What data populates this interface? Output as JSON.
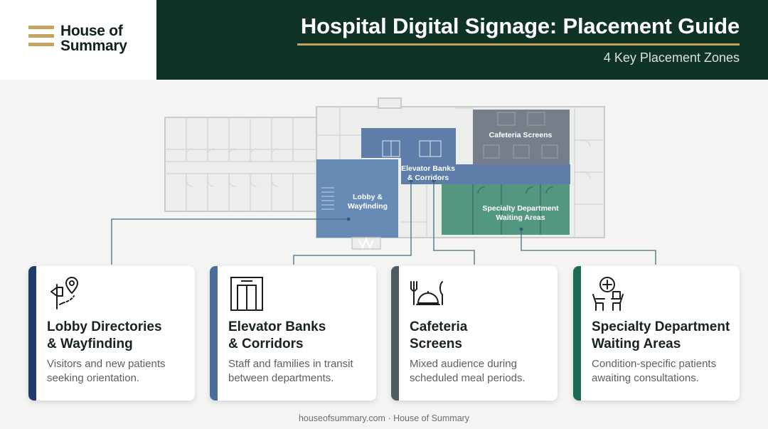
{
  "brand": {
    "line1": "House of",
    "line2": "Summary",
    "color": "#c4a35f"
  },
  "header": {
    "title": "Hospital Digital Signage: Placement Guide",
    "subtitle": "4 Key Placement Zones",
    "background": "#0f3324"
  },
  "floorplan": {
    "zones": [
      {
        "id": "lobby",
        "line1": "Lobby &",
        "line2": "Wayfinding",
        "color": "#5a7fb0"
      },
      {
        "id": "elevator",
        "line1": "Elevator Banks",
        "line2": "& Corridors",
        "color": "#4a6d9e"
      },
      {
        "id": "cafeteria",
        "line1": "Cafeteria Screens",
        "color": "#6b7580"
      },
      {
        "id": "specialty",
        "line1": "Specialty Department",
        "line2": "Waiting Areas",
        "color": "#3d8b74"
      }
    ]
  },
  "cards": [
    {
      "icon": "signpost-location-icon",
      "accent": "#1f3c6b",
      "title1": "Lobby Directories",
      "title2": "& Wayfinding",
      "desc1": "Visitors and new patients",
      "desc2": "seeking orientation."
    },
    {
      "icon": "elevator-icon",
      "accent": "#4a6d9e",
      "title1": "Elevator Banks",
      "title2": "& Corridors",
      "desc1": "Staff and families in transit",
      "desc2": "between departments."
    },
    {
      "icon": "cloche-cutlery-icon",
      "accent": "#4f5a63",
      "title1": "Cafeteria",
      "title2": "Screens",
      "desc1": "Mixed audience during",
      "desc2": "scheduled meal periods."
    },
    {
      "icon": "medical-waiting-chairs-icon",
      "accent": "#1d6b55",
      "title1": "Specialty Department",
      "title2": "Waiting Areas",
      "desc1": "Condition-specific patients",
      "desc2": "awaiting consultations."
    }
  ],
  "footer": "houseofsummary.com · House of Summary"
}
